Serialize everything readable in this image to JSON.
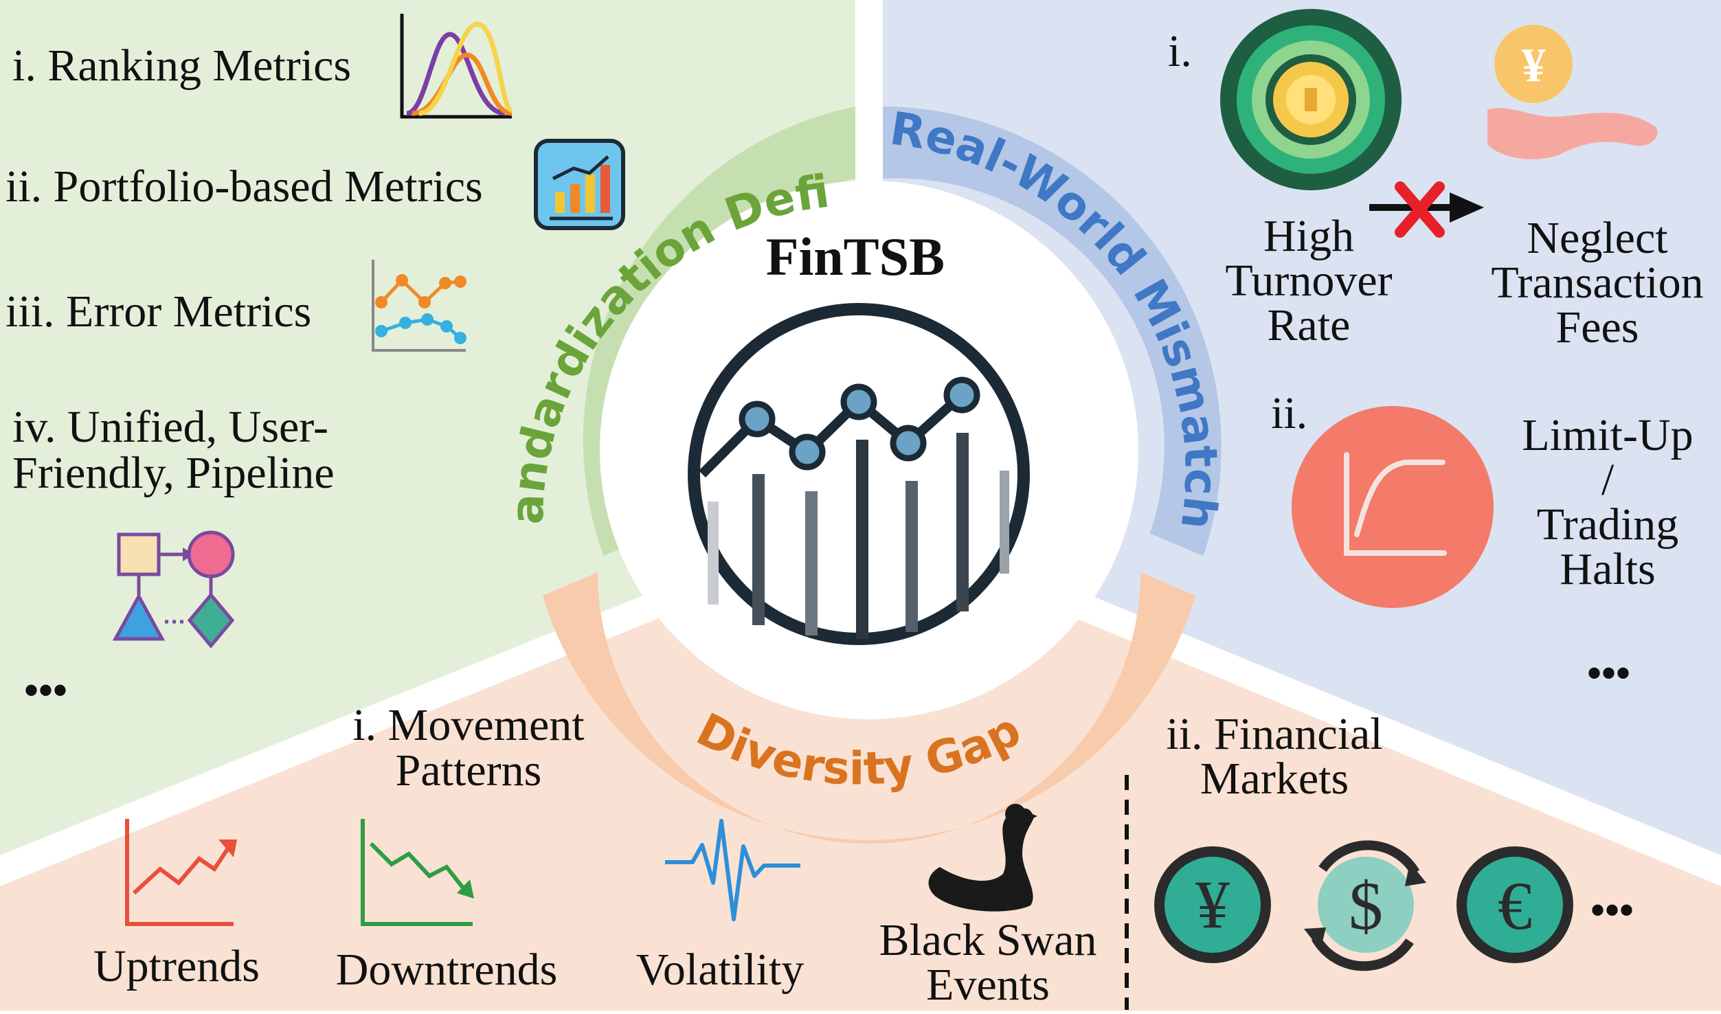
{
  "center": {
    "title": "FinTSB"
  },
  "arcs": {
    "standardization": "Standardization Deficit",
    "realworld": "Real-World Mismatch",
    "diversity": "Diversity Gap"
  },
  "left": {
    "items": [
      {
        "label": "i. Ranking Metrics",
        "icon": "density-curves-icon"
      },
      {
        "label": "ii. Portfolio-based Metrics",
        "icon": "bar-chart-growth-icon"
      },
      {
        "label": "iii. Error Metrics",
        "icon": "line-chart-errors-icon"
      },
      {
        "label_line1": "iv. Unified, User-",
        "label_line2": "Friendly, Pipeline",
        "icon": "pipeline-flow-icon"
      }
    ],
    "more": "•••"
  },
  "right": {
    "item1": {
      "numeral": "i.",
      "a_lines": [
        "High",
        "Turnover",
        "Rate"
      ],
      "a_icon": "turnover-coin-icon",
      "b_lines": [
        "Neglect",
        "Transaction",
        "Fees"
      ],
      "b_icon": "yen-hand-icon",
      "link_icon": "blocked-arrow-icon"
    },
    "item2": {
      "numeral": "ii.",
      "lines": [
        "Limit-Up",
        "/",
        "Trading",
        "Halts"
      ],
      "icon": "limit-up-curve-icon"
    },
    "more": "•••"
  },
  "bottom": {
    "patterns": {
      "heading_line1": "i. Movement",
      "heading_line2": "Patterns",
      "items": [
        {
          "label": "Uptrends",
          "icon": "uptrend-icon"
        },
        {
          "label": "Downtrends",
          "icon": "downtrend-icon"
        },
        {
          "label": "Volatility",
          "icon": "volatility-icon"
        },
        {
          "label_line1": "Black Swan",
          "label_line2": "Events",
          "icon": "black-swan-icon"
        }
      ]
    },
    "markets": {
      "heading_line1": "ii. Financial",
      "heading_line2": "Markets",
      "symbols": [
        "¥",
        "$",
        "€"
      ],
      "more": "•••"
    }
  },
  "colors": {
    "green_bg": "#e4efda",
    "blue_bg": "#dbe3f2",
    "orange_bg": "#f9e2d3",
    "green_arc": "#c6dfb0",
    "blue_arc": "#b4c7e7",
    "orange_arc": "#f8cbad",
    "green_text": "#6aa43a",
    "blue_text": "#3f78c4",
    "orange_text": "#d9731f"
  }
}
